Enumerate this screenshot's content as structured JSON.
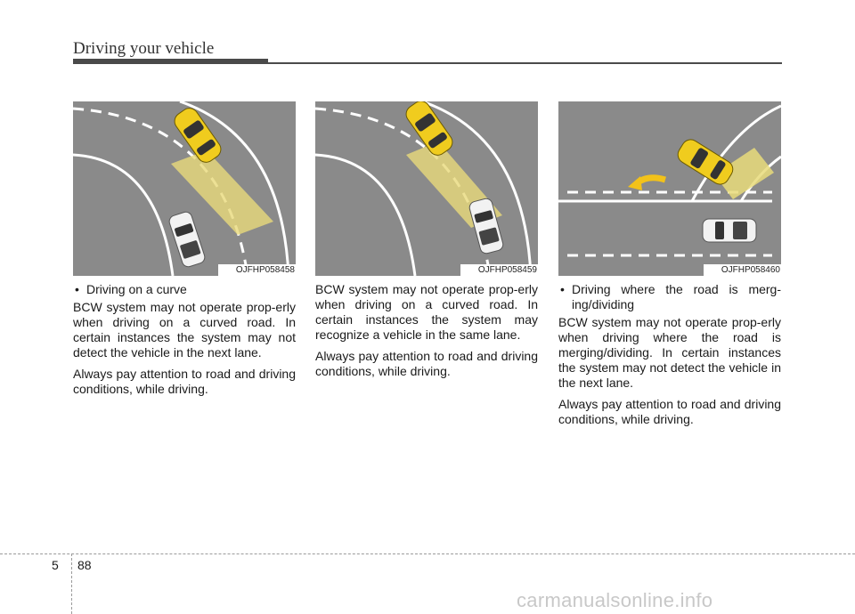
{
  "header": {
    "title": "Driving your vehicle"
  },
  "figures": [
    {
      "label": "OJFHP058458"
    },
    {
      "label": "OJFHP058459"
    },
    {
      "label": "OJFHP058460"
    }
  ],
  "columns": [
    {
      "bullet": "Driving on a curve",
      "paragraphs": [
        "BCW system may not operate prop-erly when driving on a curved road. In certain instances the system may not detect the vehicle in the next lane.",
        "Always pay attention to road and driving conditions, while driving."
      ]
    },
    {
      "paragraphs": [
        "BCW system may not operate prop-erly when driving on a curved road. In certain instances the system may recognize a vehicle in the same lane.",
        "Always pay attention to road and driving conditions, while driving."
      ]
    },
    {
      "bullet": "Driving where the road is merg-ing/dividing",
      "paragraphs": [
        "BCW system may not operate prop-erly when driving where the road is merging/dividing. In certain instances the system may not detect the vehicle in the next lane.",
        "Always pay attention to road and driving conditions, while driving."
      ]
    }
  ],
  "footer": {
    "chapter": "5",
    "page": "88",
    "watermark": "carmanualsonline.info"
  },
  "colors": {
    "road": "#8a8a8a",
    "yellow_car": "#f0cc1e",
    "zone": "#e8da7a",
    "arrow": "#f2c21a"
  }
}
